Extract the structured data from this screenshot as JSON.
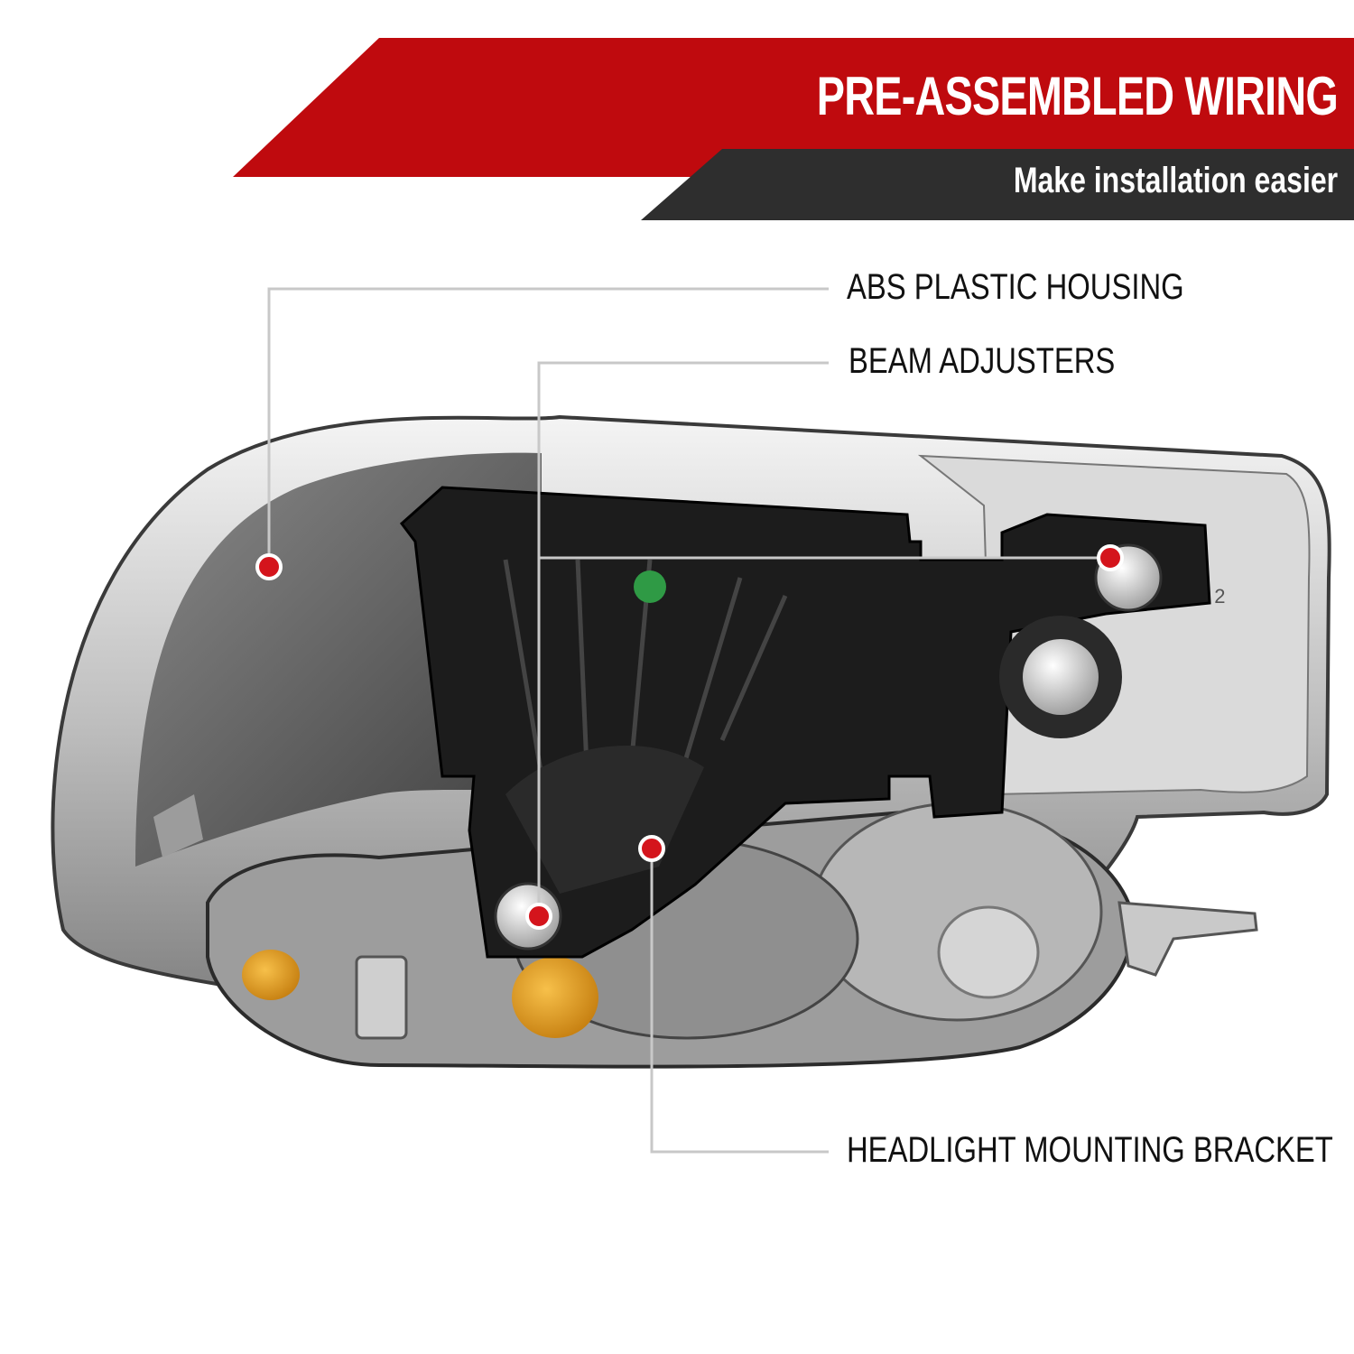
{
  "banner": {
    "title": "PRE-ASSEMBLED WIRING",
    "subtitle": "Make installation easier",
    "colors": {
      "red": "#bf0a0e",
      "dark": "#2e2e2e"
    }
  },
  "callouts": [
    {
      "id": "housing",
      "label": "ABS PLASTIC HOUSING"
    },
    {
      "id": "adjusters",
      "label": "BEAM ADJUSTERS"
    },
    {
      "id": "bracket",
      "label": "HEADLIGHT MOUNTING BRACKET"
    }
  ],
  "product": {
    "name": "headlight-assembly",
    "colors": {
      "marker": "#d4141c",
      "amber": "#e6a21a",
      "chrome": "#c9c9c9",
      "black": "#1c1c1c"
    }
  }
}
